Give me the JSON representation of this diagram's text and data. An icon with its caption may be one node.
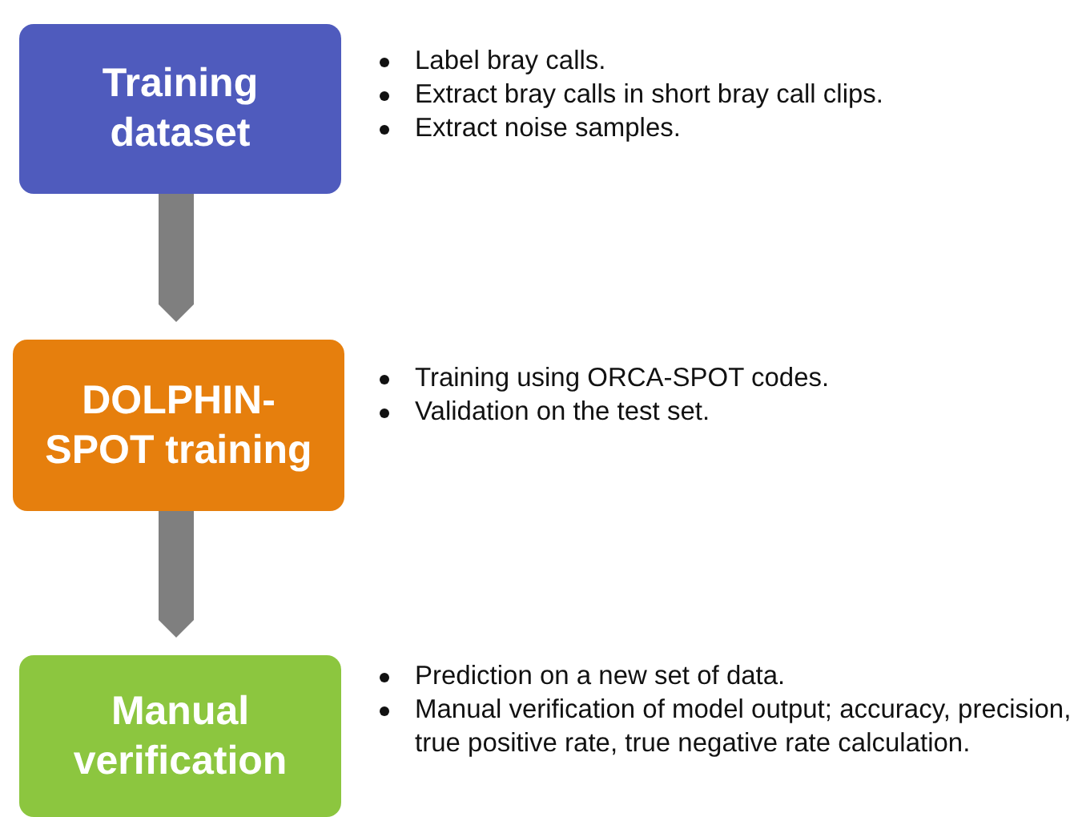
{
  "diagram": {
    "nodes": [
      {
        "text": [
          "Training dataset"
        ],
        "beside": [
          "Label bray calls.",
          "Extract bray calls in short bray call clips.",
          "Extract noise samples."
        ]
      },
      {
        "text": [
          "DOLPHIN-SPOT training"
        ],
        "beside": [
          "Training using ORCA-SPOT codes.",
          "Validation on the test set."
        ]
      },
      {
        "text": [
          "Manual verification"
        ],
        "beside": [
          "Prediction on a new set of data.",
          "Manual verification of model output; accuracy, precision, true positive rate, true negative rate calculation."
        ]
      }
    ],
    "edges": [
      {
        "from": 0,
        "to": 1,
        "arrow": "to"
      },
      {
        "from": 1,
        "to": 2,
        "arrow": "to"
      }
    ]
  }
}
